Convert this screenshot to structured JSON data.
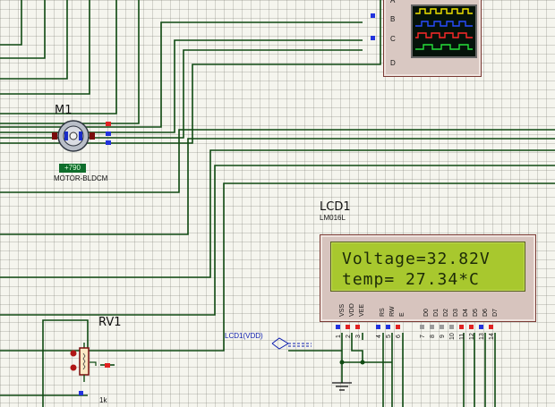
{
  "oscilloscope": {
    "channels": [
      "A",
      "B",
      "C",
      "D"
    ],
    "trace_colors": [
      "#f2e400",
      "#2a4dff",
      "#ff2a2a",
      "#27e03a"
    ]
  },
  "motor": {
    "ref": "M1",
    "part": "MOTOR-BLDCM",
    "speed": "+790"
  },
  "lcd": {
    "ref": "LCD1",
    "part": "LM016L",
    "line1": "Voltage=32.82V",
    "line2": "temp= 27.34*C",
    "pin_names": [
      "VSS",
      "VDD",
      "VEE",
      "RS",
      "RW",
      "E",
      "D0",
      "D1",
      "D2",
      "D3",
      "D4",
      "D5",
      "D6",
      "D7"
    ],
    "pin_numbers": [
      "1",
      "2",
      "3",
      "4",
      "5",
      "6",
      "7",
      "8",
      "9",
      "10",
      "11",
      "12",
      "13",
      "14"
    ],
    "screen_color": "#a8c82e"
  },
  "pot": {
    "ref": "RV1",
    "value": "1k"
  },
  "net_label": "LCD1(VDD)"
}
